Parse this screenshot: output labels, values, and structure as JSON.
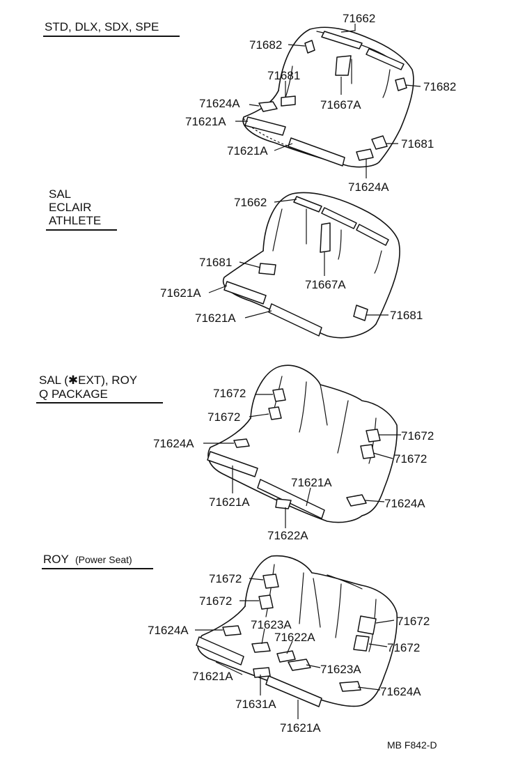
{
  "sections": [
    {
      "heading_lines": [
        "STD, DLX, SDX, SPE"
      ]
    },
    {
      "heading_lines": [
        "SAL",
        "ECLAIR",
        "ATHLETE"
      ]
    },
    {
      "heading_lines": [
        "SAL (✱EXT), ROY",
        "Q  PACKAGE"
      ]
    },
    {
      "heading_lines": [
        "ROY",
        "(Power Seat)"
      ]
    }
  ],
  "part_labels": {
    "s1": [
      "71662",
      "71682",
      "71681",
      "71667A",
      "71682",
      "71624A",
      "71621A",
      "71681",
      "71621A",
      "71624A"
    ],
    "s2": [
      "71662",
      "71681",
      "71667A",
      "71621A",
      "71621A",
      "71681"
    ],
    "s3": [
      "71672",
      "71672",
      "71672",
      "71624A",
      "71672",
      "71621A",
      "71621A",
      "71624A",
      "71622A"
    ],
    "s4": [
      "71672",
      "71672",
      "71672",
      "71623A",
      "71624A",
      "71622A",
      "71672",
      "71623A",
      "71621A",
      "71624A",
      "71631A",
      "71621A"
    ]
  },
  "footer_code": "MB  F842-D"
}
